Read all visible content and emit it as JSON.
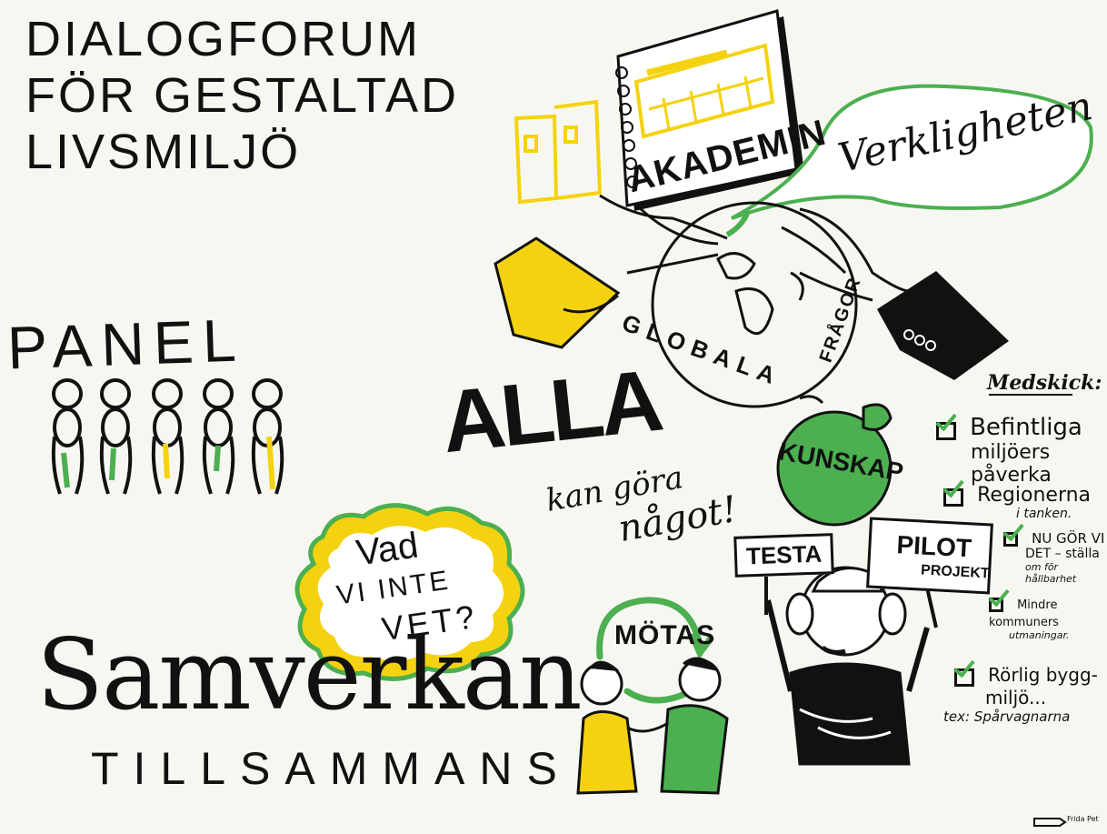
{
  "colors": {
    "ink": "#111111",
    "yellow": "#f5d20f",
    "green": "#4caf50",
    "paper": "#f7f7f2"
  },
  "title": {
    "line1": "DIALOGFORUM",
    "line2": "FÖR GESTALTAD",
    "line3": "LIVSMILJÖ"
  },
  "panel": {
    "label": "PANEL",
    "people_count": 5
  },
  "akademin": "AKADEMIN",
  "verkligheten": "Verkligheten",
  "globe": {
    "left": "GLOBALA",
    "right": "FRÅGOR"
  },
  "alla": {
    "big": "ALLA",
    "line1": "kan göra",
    "line2": "något!"
  },
  "kunskap": "KUNSKAP",
  "cloud": {
    "line1": "Vad",
    "line2": "VI INTE",
    "line3": "VET?"
  },
  "motas": "MÖTAS",
  "samverkan": {
    "big": "Samverkan",
    "sub": "TILLSAMMANS"
  },
  "signs": {
    "testa": "TESTA",
    "pilot1": "PILOT",
    "pilot2": "PROJEKT"
  },
  "medskick": {
    "heading": "Medskick:",
    "items": [
      {
        "line1": "Befintliga",
        "line2": "miljöers påverka"
      },
      {
        "line1": "Regionerna",
        "line2": "i tanken."
      },
      {
        "line1": "NU GÖR VI",
        "line2": "DET – ställa",
        "line3": "om för hållbarhet"
      },
      {
        "line1": "Mindre kommuners",
        "line2": "utmaningar."
      },
      {
        "line1": "Rörlig bygg-",
        "line2": "miljö...",
        "line3": "tex: Spårvagnarna"
      }
    ]
  },
  "signature": "Frida Pet"
}
